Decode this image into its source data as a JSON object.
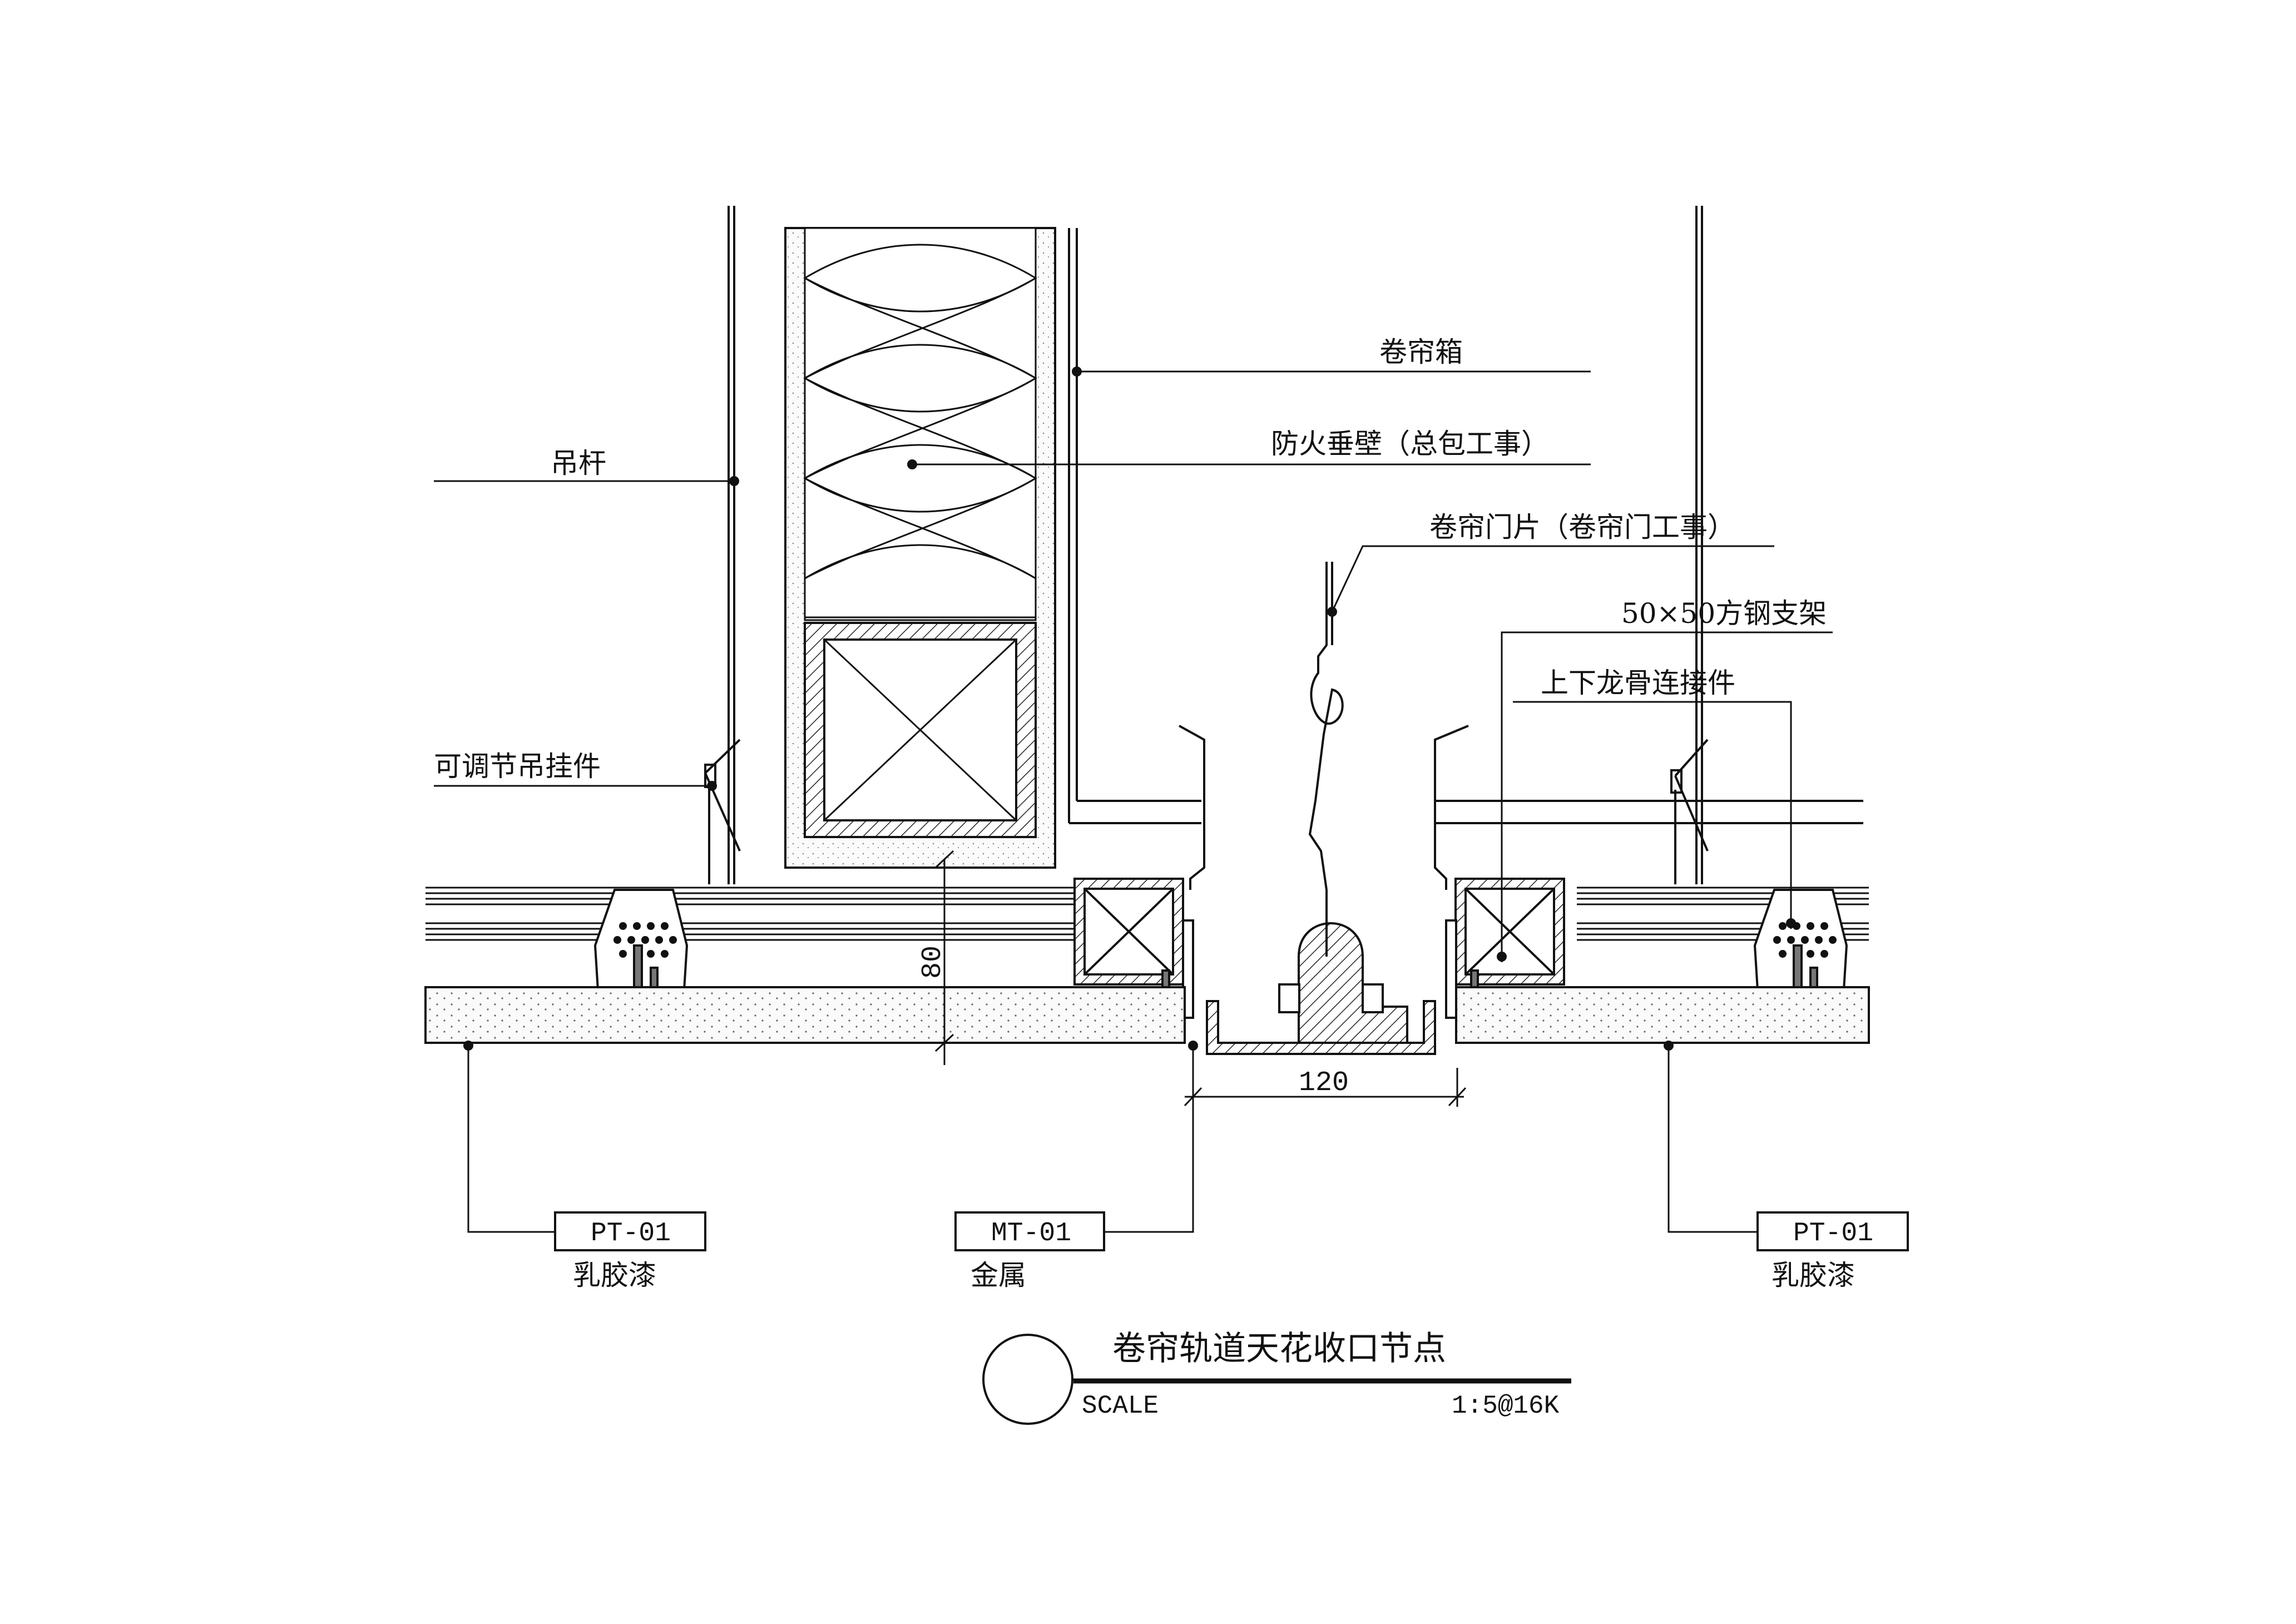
{
  "labels": {
    "hanger_rod": "吊杆",
    "roller_box": "卷帘箱",
    "fire_wall": "防火垂壁（总包工事）",
    "door_panel": "卷帘门片（卷帘门工事）",
    "steel_bracket": "50×50方钢支架",
    "keel_connector": "上下龙骨连接件",
    "adjustable_hanger": "可调节吊挂件"
  },
  "dimensions": {
    "vertical": "80",
    "horizontal": "120"
  },
  "materials": [
    {
      "code": "PT-01",
      "name": "乳胶漆"
    },
    {
      "code": "MT-01",
      "name": "金属"
    },
    {
      "code": "PT-01",
      "name": "乳胶漆"
    }
  ],
  "title_block": {
    "title": "卷帘轨道天花收口节点",
    "scale_label": "SCALE",
    "scale_value": "1:5@16K"
  },
  "colors": {
    "line": "#111111",
    "board_fill": "#f4f4f4",
    "background": "#ffffff"
  }
}
